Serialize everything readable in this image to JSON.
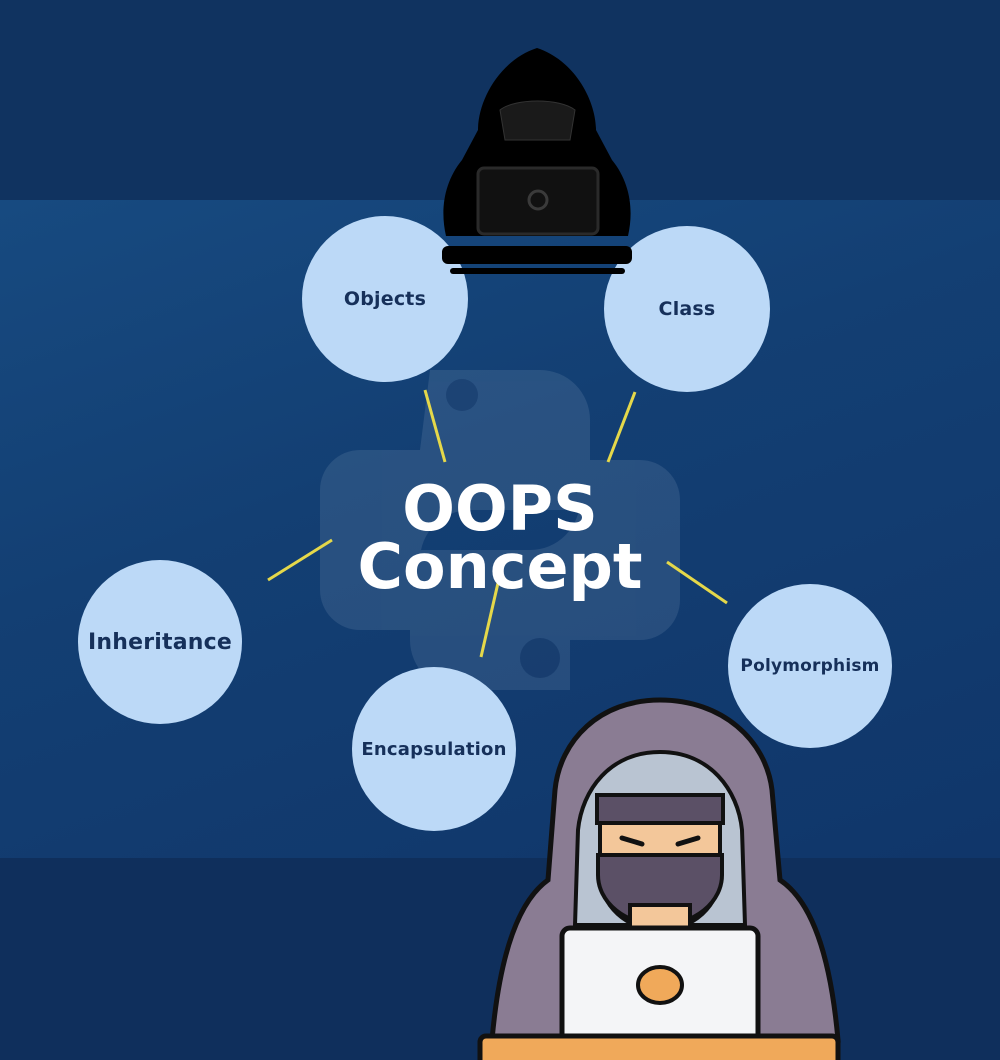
{
  "diagram": {
    "title_line1": "OOPS",
    "title_line2": "Concept",
    "nodes": {
      "objects": "Objects",
      "class": "Class",
      "inheritance": "Inheritance",
      "encapsulation": "Encapsulation",
      "polymorphism": "Polymorphism"
    }
  },
  "colors": {
    "background": "#0f3466",
    "node_fill": "#bcd9f7",
    "node_text": "#16305a",
    "connector": "#e5d84a",
    "title": "#ffffff"
  },
  "icons": [
    "hacker-silhouette-icon",
    "python-logo-icon",
    "hooded-hacker-laptop-icon"
  ]
}
